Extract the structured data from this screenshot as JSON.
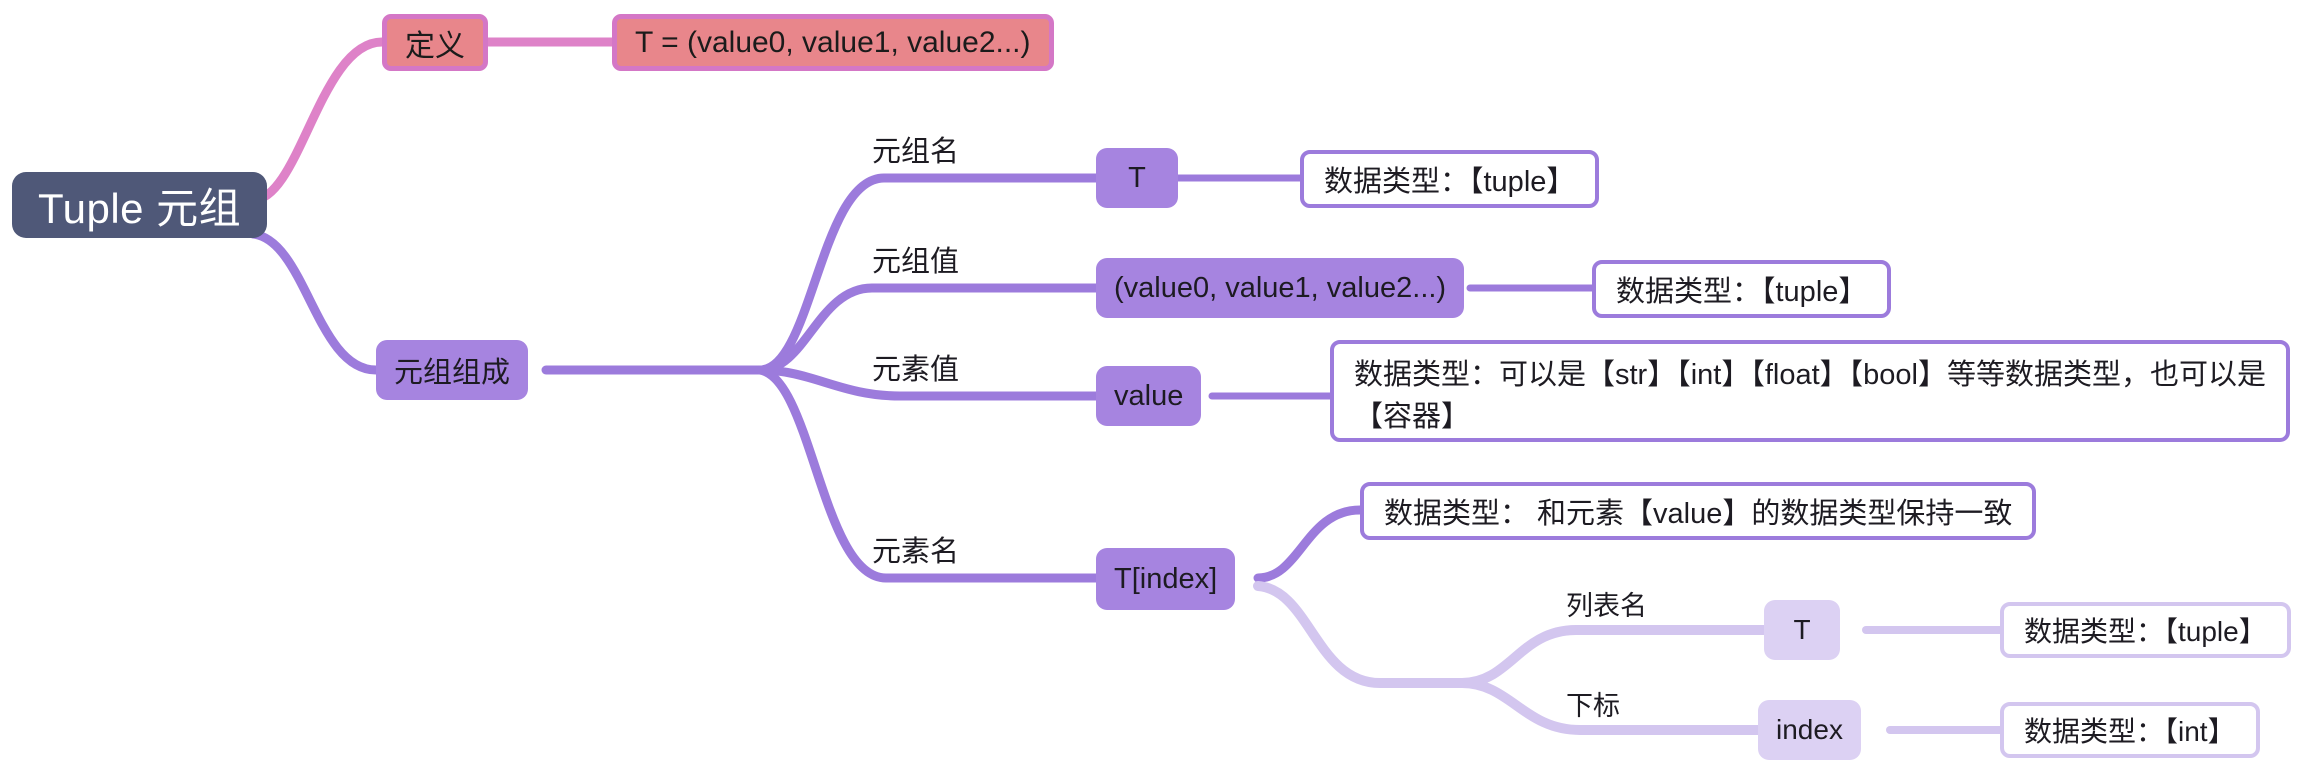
{
  "diagram": {
    "title": "Tuple 元组 思维导图",
    "colors": {
      "root_fill": "#4f5878",
      "root_text": "#ffffff",
      "pink_fill": "#e8868b",
      "pink_border": "#d477c6",
      "pink_edge": "#de82c8",
      "purple_fill": "#a684e0",
      "purple_edge": "#9c7bdc",
      "light_fill": "#dcd1f3",
      "light_edge": "#d3c6ef",
      "background": "#ffffff"
    },
    "root": {
      "label": "Tuple 元组"
    },
    "branches": {
      "definition": {
        "label": "定义",
        "detail": "T = (value0, value1, value2...)"
      },
      "composition": {
        "label": "元组组成",
        "items": [
          {
            "edge_label": "元组名",
            "node": "T",
            "detail": "数据类型：【tuple】"
          },
          {
            "edge_label": "元组值",
            "node": "(value0, value1, value2...)",
            "detail": "数据类型：【tuple】"
          },
          {
            "edge_label": "元素值",
            "node": "value",
            "detail": "数据类型：可以是【str】【int】【float】【bool】等等数据类型，也可以是\n【容器】"
          },
          {
            "edge_label": "元素名",
            "node": "T[index]",
            "detail": "数据类型： 和元素【value】的数据类型保持一致",
            "sub_items": [
              {
                "edge_label": "列表名",
                "node": "T",
                "detail": "数据类型：【tuple】"
              },
              {
                "edge_label": "下标",
                "node": "index",
                "detail": "数据类型：【int】"
              }
            ]
          }
        ]
      }
    }
  }
}
